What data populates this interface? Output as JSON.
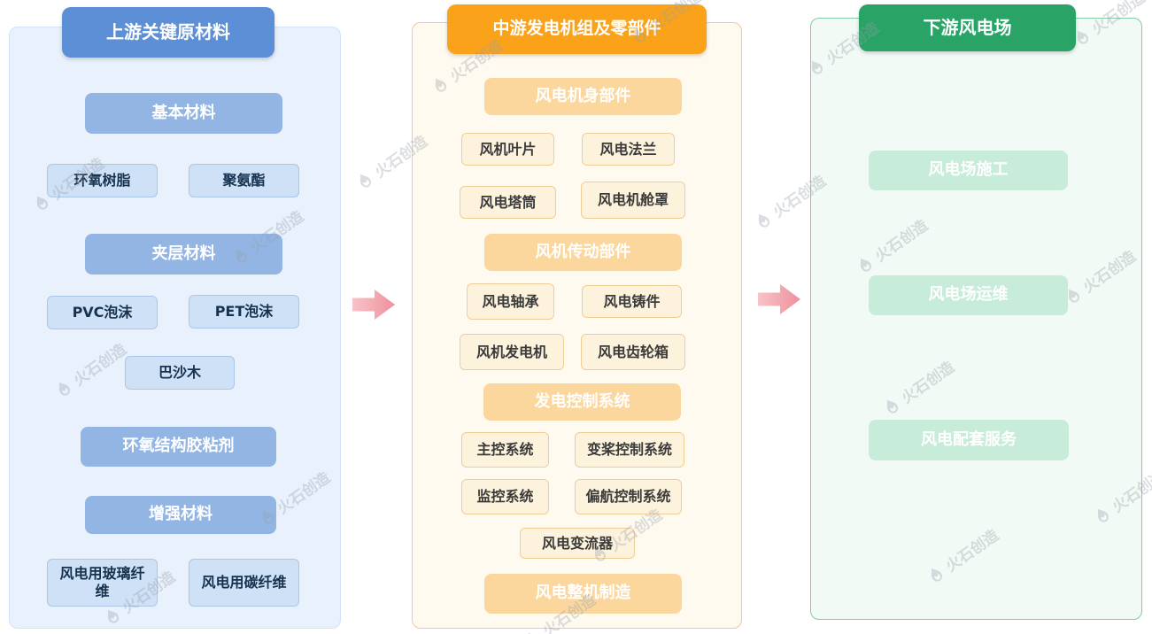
{
  "watermark": {
    "text": "火石创造"
  },
  "upstream": {
    "title": "上游关键原材料",
    "sections": [
      {
        "header": "基本材料",
        "items": [
          "环氧树脂",
          "聚氨酯"
        ]
      },
      {
        "header": "夹层材料",
        "items": [
          "PVC泡沫",
          "PET泡沫",
          "巴沙木"
        ]
      },
      {
        "header": "环氧结构胶粘剂",
        "items": []
      },
      {
        "header": "增强材料",
        "items": [
          "风电用玻璃纤维",
          "风电用碳纤维"
        ]
      }
    ]
  },
  "midstream": {
    "title": "中游发电机组及零部件",
    "sections": [
      {
        "header": "风电机身部件",
        "items": [
          "风机叶片",
          "风电法兰",
          "风电塔筒",
          "风电机舱罩"
        ]
      },
      {
        "header": "风机传动部件",
        "items": [
          "风电轴承",
          "风电铸件",
          "风机发电机",
          "风电齿轮箱"
        ]
      },
      {
        "header": "发电控制系统",
        "items": [
          "主控系统",
          "变桨控制系统",
          "监控系统",
          "偏航控制系统",
          "风电变流器"
        ]
      },
      {
        "header": "风电整机制造",
        "items": []
      }
    ]
  },
  "downstream": {
    "title": "下游风电场",
    "items": [
      "风电场施工",
      "风电场运维",
      "风电配套服务"
    ]
  },
  "colors": {
    "upstream_header_bg": "#5c8fd6",
    "upstream_section_bg": "#92b5e4",
    "upstream_item_bg": "#cfe1f6",
    "midstream_header_bg": "#f9a21a",
    "midstream_section_bg": "#fbd79e",
    "midstream_item_bg": "#fdf3dc",
    "downstream_header_bg": "#2aa367",
    "downstream_item_bg": "#c7ecd9",
    "arrow": "#ee919b"
  }
}
